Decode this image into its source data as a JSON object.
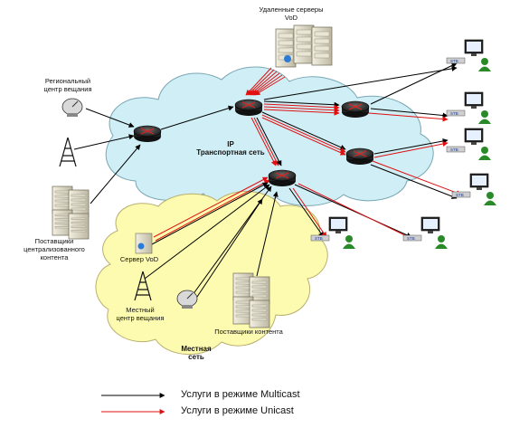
{
  "labels": {
    "remote_vod": "Удаленные серверы\nVoD",
    "regional_center": "Региональный\nцентр вещания",
    "centralized_providers": "Поставщики\nцентрализованного\nконтента",
    "ip_network": "IP\nТранспортная сеть",
    "vod_server": "Сервер VoD",
    "local_center": "Местный\nцентр вещания",
    "content_providers": "Поставщики контента",
    "local_network": "Местная\nсеть",
    "stb": "STB"
  },
  "legend": {
    "multicast": "Услуги в режиме  Multicast",
    "unicast": "Услуги в режиме  Unicast"
  },
  "colors": {
    "cloud_ip": "#cfeef5",
    "cloud_local": "#fdfbb0",
    "multicast": "#000000",
    "unicast": "#e01010",
    "router": "#2b2b2b"
  }
}
